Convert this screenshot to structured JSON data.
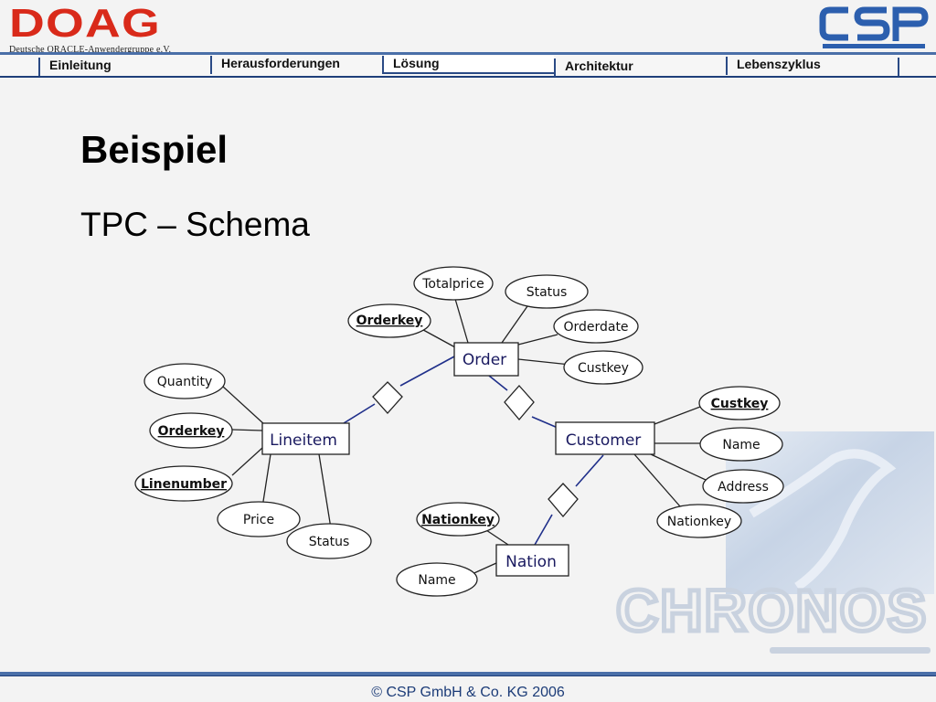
{
  "header": {
    "logo_left": {
      "text": "DOAG",
      "subtitle": "Deutsche ORACLE-Anwendergruppe e.V."
    },
    "logo_right": {
      "text": "CSP"
    }
  },
  "nav": {
    "tabs": [
      {
        "label": "Einleitung",
        "active": false
      },
      {
        "label": "Herausforderungen",
        "active": false
      },
      {
        "label": "Lösung",
        "active": true
      },
      {
        "label": "Architektur",
        "active": false
      },
      {
        "label": "Lebenszyklus",
        "active": false
      }
    ]
  },
  "slide": {
    "title": "Beispiel",
    "subtitle": "TPC – Schema"
  },
  "diagram": {
    "entities": {
      "order": "Order",
      "lineitem": "Lineitem",
      "customer": "Customer",
      "nation": "Nation"
    },
    "attributes": {
      "order_totalprice": "Totalprice",
      "order_status": "Status",
      "order_orderkey": "Orderkey",
      "order_orderdate": "Orderdate",
      "order_custkey": "Custkey",
      "lineitem_quantity": "Quantity",
      "lineitem_orderkey": "Orderkey",
      "lineitem_linenumber": "Linenumber",
      "lineitem_price": "Price",
      "lineitem_status": "Status",
      "customer_custkey": "Custkey",
      "customer_name": "Name",
      "customer_address": "Address",
      "customer_nationkey": "Nationkey",
      "nation_nationkey": "Nationkey",
      "nation_name": "Name"
    }
  },
  "watermark": {
    "text": "CHRONOS"
  },
  "footer": {
    "text": "© CSP GmbH & Co. KG 2006"
  },
  "colors": {
    "accent_blue": "#2a4a85",
    "doag_red": "#d92a1a",
    "diagram_line": "#1f2f8a"
  }
}
